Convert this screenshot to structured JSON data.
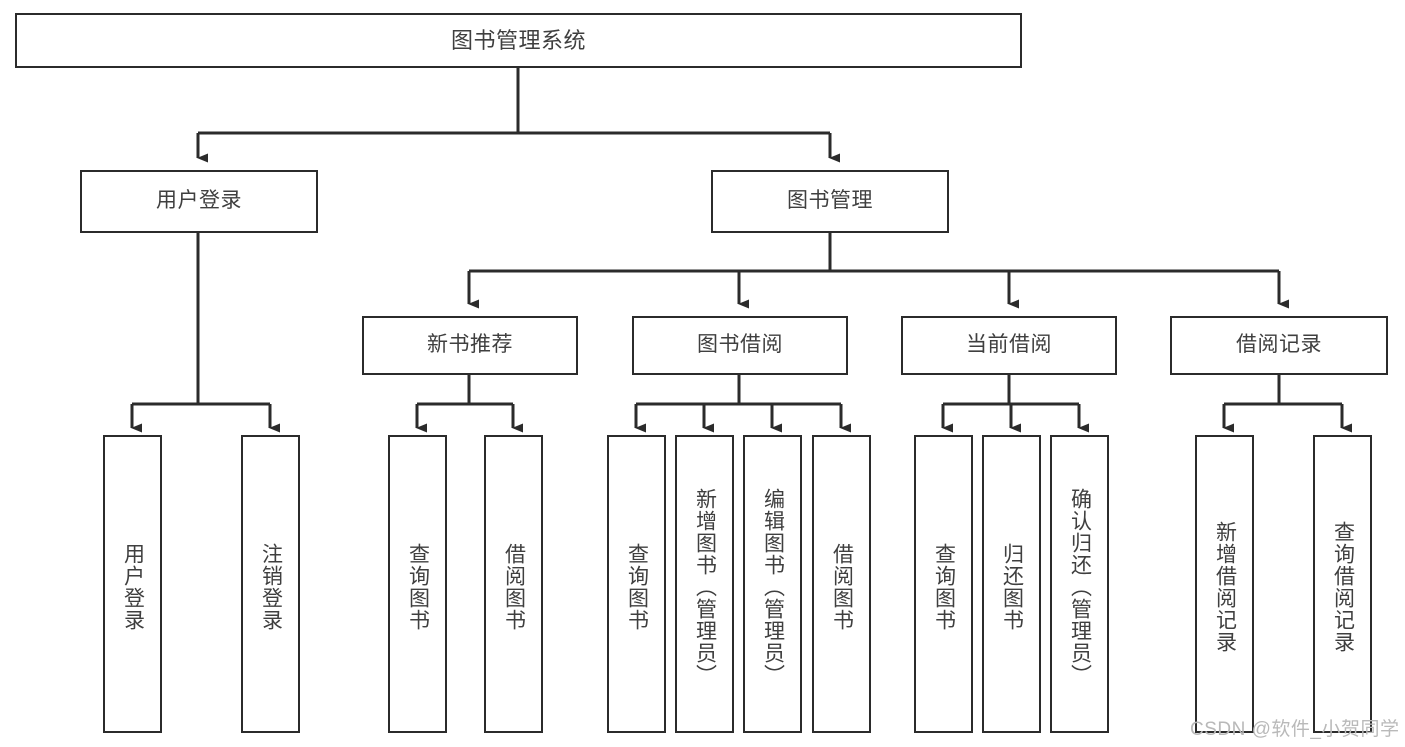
{
  "diagram": {
    "type": "tree-hierarchy",
    "title": "图书管理系统",
    "root": {
      "label": "图书管理系统"
    },
    "level1": [
      {
        "label": "用户登录"
      },
      {
        "label": "图书管理"
      }
    ],
    "level2": [
      {
        "label": "新书推荐"
      },
      {
        "label": "图书借阅"
      },
      {
        "label": "当前借阅"
      },
      {
        "label": "借阅记录"
      }
    ],
    "leaves": {
      "user_login": [
        {
          "label": "用户登录"
        },
        {
          "label": "注销登录"
        }
      ],
      "new_book_recommend": [
        {
          "label": "查询图书"
        },
        {
          "label": "借阅图书"
        }
      ],
      "book_borrow": [
        {
          "label": "查询图书"
        },
        {
          "label": "新增图书（管理员）"
        },
        {
          "label": "编辑图书（管理员）"
        },
        {
          "label": "借阅图书"
        }
      ],
      "current_borrow": [
        {
          "label": "查询图书"
        },
        {
          "label": "归还图书"
        },
        {
          "label": "确认归还（管理员）"
        }
      ],
      "borrow_record": [
        {
          "label": "新增借阅记录"
        },
        {
          "label": "查询借阅记录"
        }
      ]
    }
  },
  "watermark": {
    "text": "CSDN @软件_小贺同学"
  },
  "colors": {
    "border": "#2b2b2b",
    "text": "#3f3f3f",
    "background": "#ffffff",
    "watermark": "#b9b9b9"
  }
}
